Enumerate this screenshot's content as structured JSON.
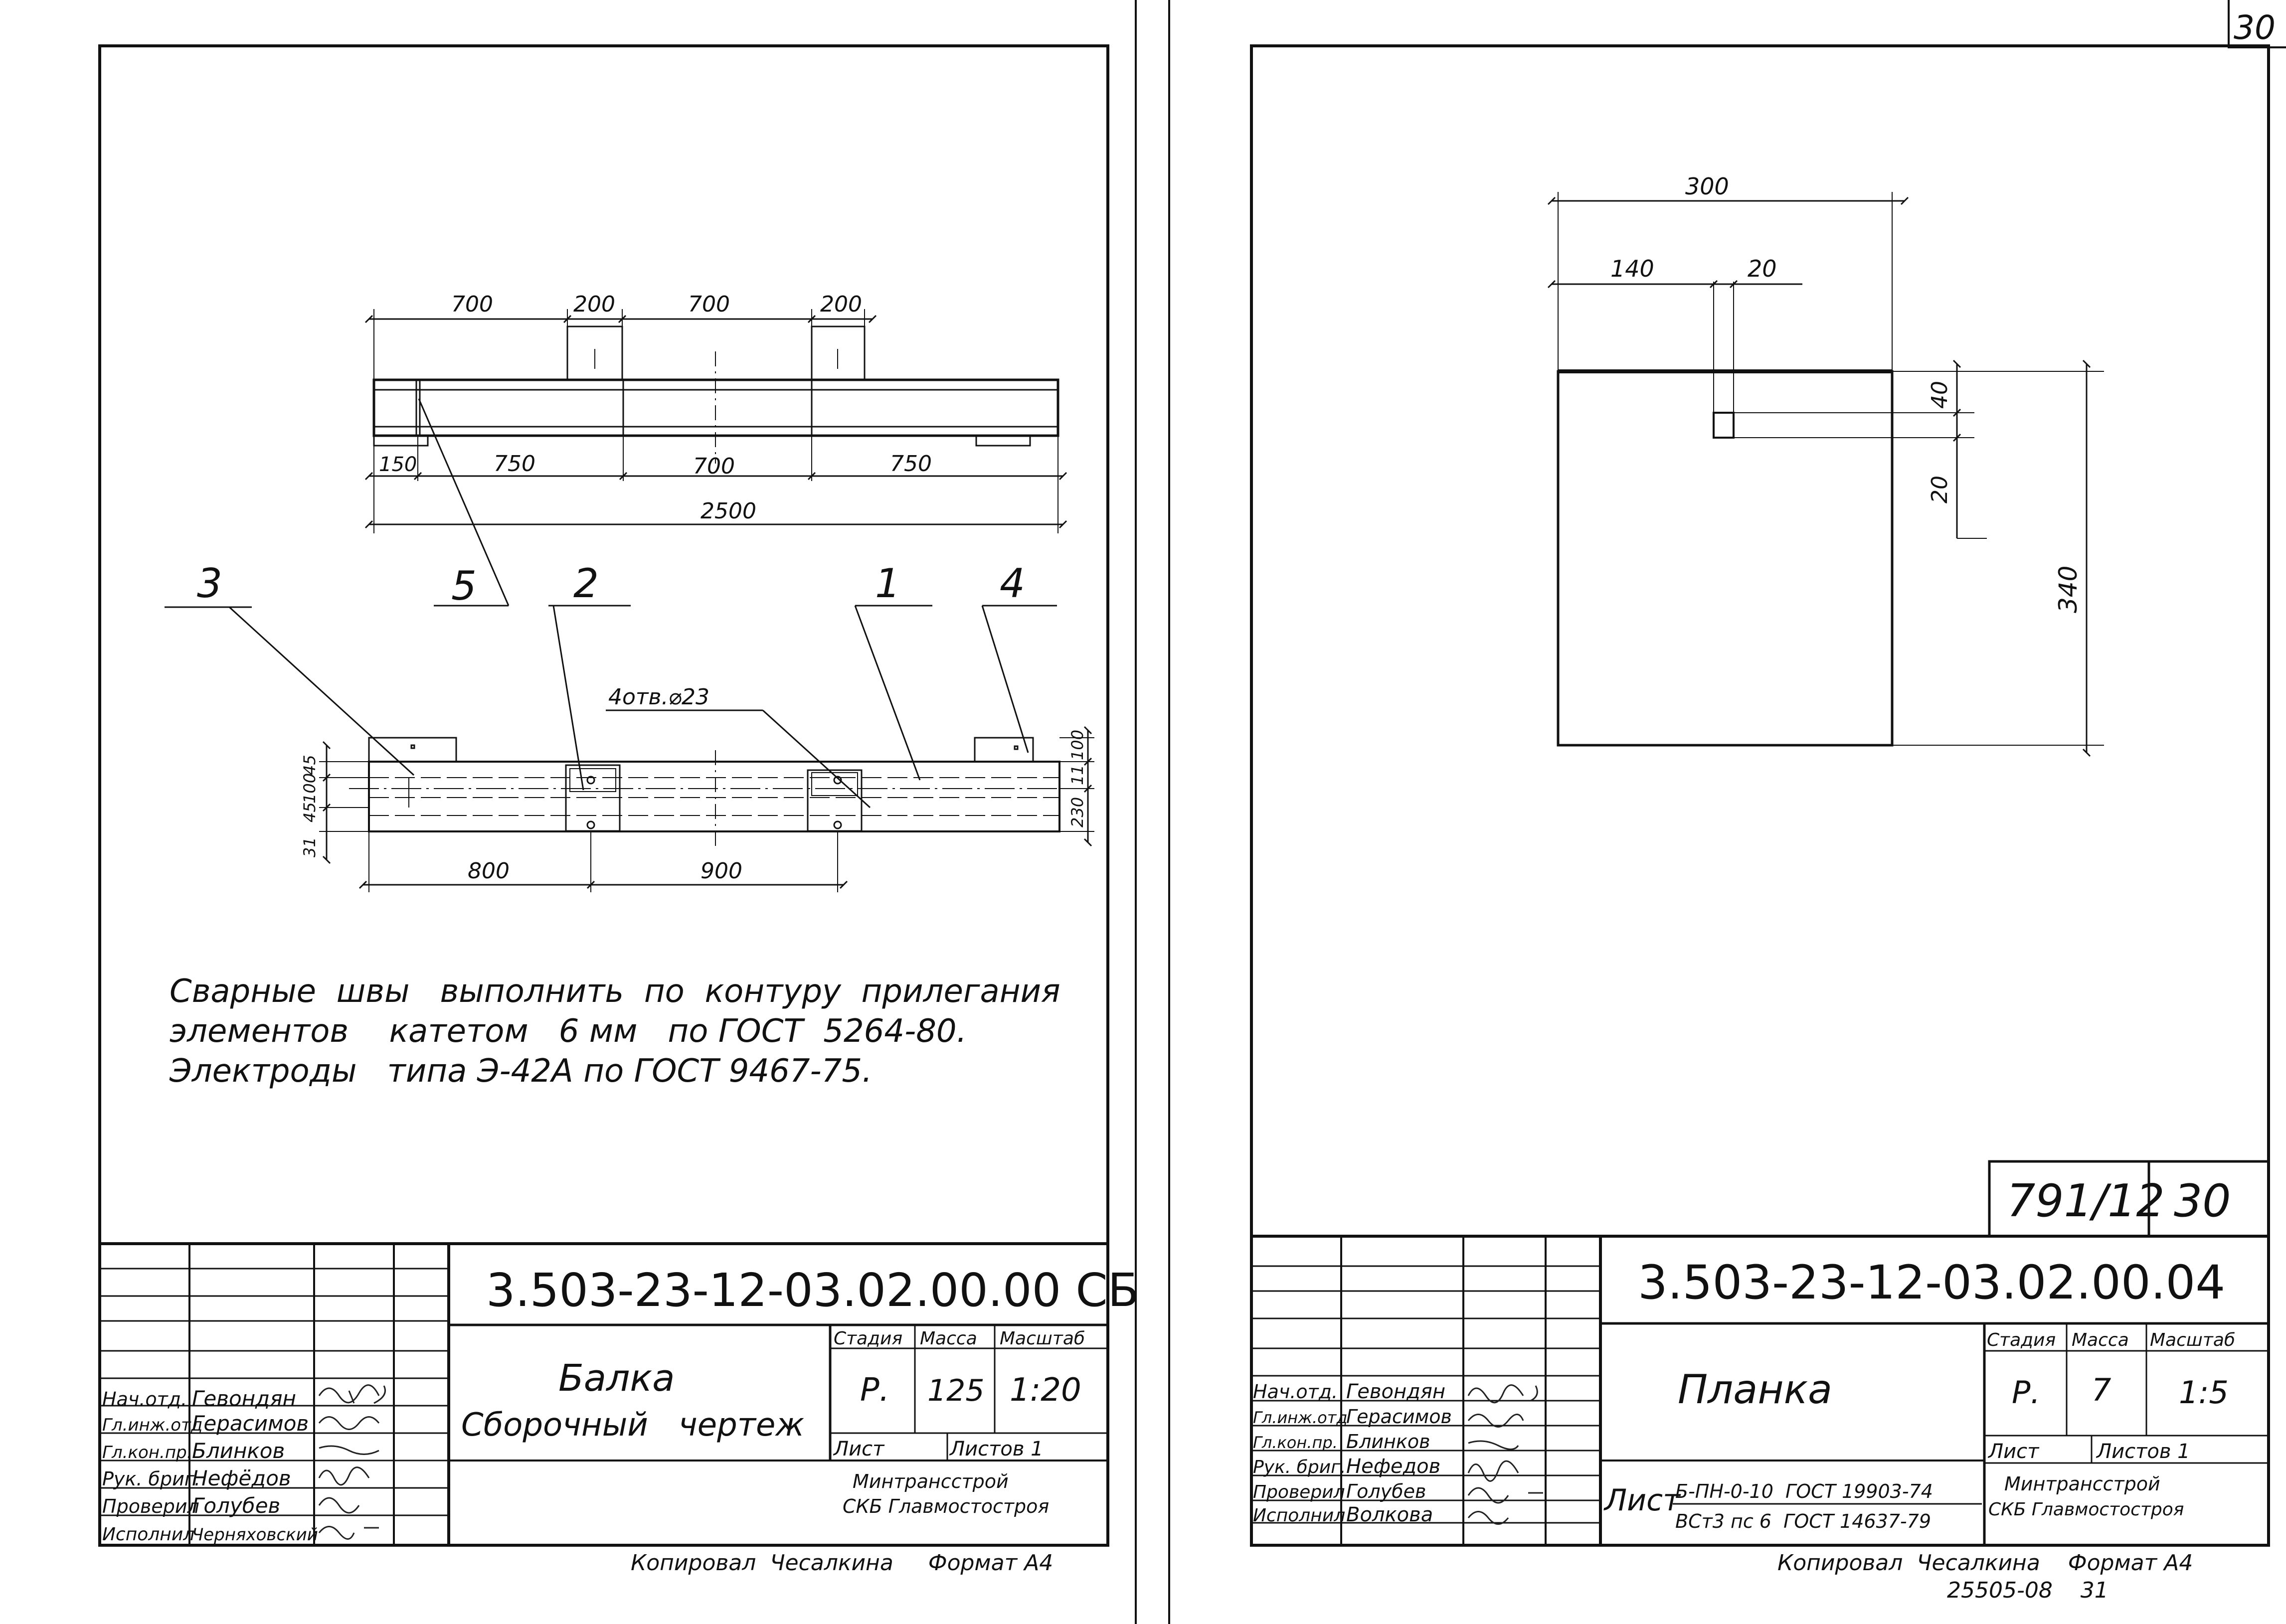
{
  "sheet_number_corner": "30",
  "left_sheet": {
    "dimensions_top": {
      "d700a": "700",
      "d200a": "200",
      "d700b": "700",
      "d200b": "200",
      "d150": "150",
      "d750a": "750",
      "d700c": "700",
      "d750b": "750",
      "d2500": "2500"
    },
    "callouts": {
      "c3": "3",
      "c5": "5",
      "c2": "2",
      "c1": "1",
      "c4": "4"
    },
    "holes_label": "4отв.⌀23",
    "plan_dims": {
      "d800": "800",
      "d900": "900",
      "left_45": "45",
      "left_100": "100",
      "left_45b": "45",
      "left_31": "31",
      "right_100": "100",
      "right_11": "11",
      "right_230": "230"
    },
    "notes": [
      "Сварные  швы   выполнить  по  контуру  прилегания",
      "элементов    катетом   6 мм   по ГОСТ  5264-80.",
      "Электроды   типа Э-42А по ГОСТ 9467-75."
    ],
    "title_block": {
      "designation": "3.503-23-12-03.02.00.00 СБ",
      "name_line1": "Балка",
      "name_line2": "Сборочный   чертеж",
      "stage_header": "Стадия",
      "mass_header": "Масса",
      "scale_header": "Масштаб",
      "stage": "Р.",
      "mass": "125",
      "scale": "1:20",
      "sheet_label": "Лист",
      "sheets_label": "Листов 1",
      "org_line1": "Минтрансстрой",
      "org_line2": "СКБ Главмостостроя",
      "roles": [
        "Нач.отд.",
        "Гл.инж.отд",
        "Гл.кон.пр.",
        "Рук. бриг.",
        "Проверил",
        "Исполнил"
      ],
      "names": [
        "Гевондян",
        "Герасимов",
        "Блинков",
        "Нефёдов",
        "Голубев",
        "Черняховский"
      ]
    },
    "footer": "Копировал  Чесалкина     Формат А4"
  },
  "right_sheet": {
    "dims": {
      "d300": "300",
      "d140": "140",
      "d20a": "20",
      "d40": "40",
      "d20b": "20",
      "d340": "340"
    },
    "top_box": {
      "left": "791/12",
      "right": "30"
    },
    "title_block": {
      "designation": "3.503-23-12-03.02.00.04",
      "name": "Планка",
      "stage_header": "Стадия",
      "mass_header": "Масса",
      "scale_header": "Масштаб",
      "stage": "Р.",
      "mass": "7",
      "scale": "1:5",
      "sheet_label": "Лист",
      "sheets_label": "Листов 1",
      "org_line1": "Минтрансстрой",
      "org_line2": "СКБ Главмостостроя",
      "material_prefix": "Лист",
      "material_top": "Б-ПН-0-10  ГОСТ 19903-74",
      "material_bottom": "ВСт3 пс 6  ГОСТ 14637-79",
      "roles": [
        "Нач.отд.",
        "Гл.инж.отд",
        "Гл.кон.пр.",
        "Рук. бриг.",
        "Проверил",
        "Исполнил"
      ],
      "names": [
        "Гевондян",
        "Герасимов",
        "Блинков",
        "Нефедов",
        "Голубев",
        "Волкова"
      ]
    },
    "footer": "Копировал  Чесалкина    Формат А4",
    "footer_line2": "25505-08    31"
  }
}
